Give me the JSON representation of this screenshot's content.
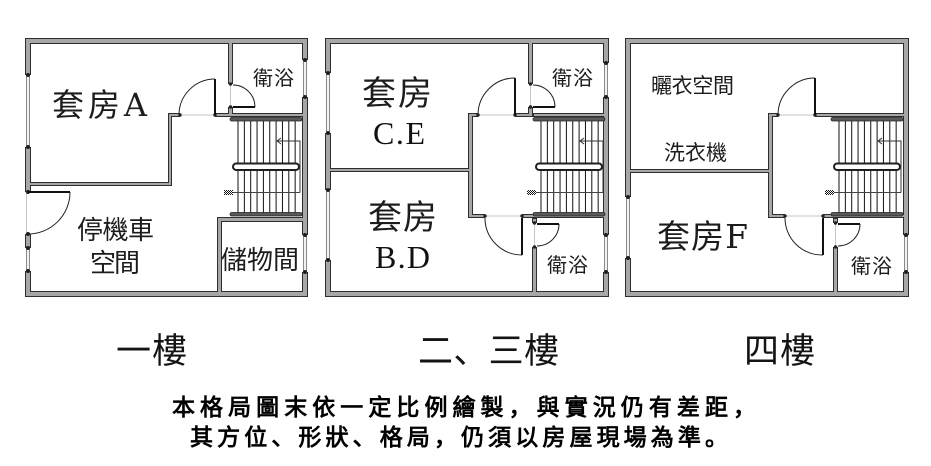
{
  "floors": [
    {
      "label": "一樓",
      "rooms": [
        {
          "lines": [
            "套房A"
          ]
        },
        {
          "lines": [
            "衛浴"
          ]
        },
        {
          "lines": [
            "停機車",
            "空間"
          ]
        },
        {
          "lines": [
            "儲物間"
          ]
        }
      ]
    },
    {
      "label": "二、三樓",
      "rooms": [
        {
          "lines": [
            "套房",
            "C.E"
          ]
        },
        {
          "lines": [
            "套房",
            "B.D"
          ]
        },
        {
          "lines": [
            "衛浴"
          ]
        },
        {
          "lines": [
            "衛浴"
          ]
        }
      ]
    },
    {
      "label": "四樓",
      "rooms": [
        {
          "lines": [
            "曬衣空間"
          ]
        },
        {
          "lines": [
            "洗衣機"
          ]
        },
        {
          "lines": [
            "套房F"
          ]
        },
        {
          "lines": [
            "衛浴"
          ]
        }
      ]
    }
  ],
  "disclaimer": {
    "line1": "本格局圖末依一定比例繪製，與實況仍有差距，",
    "line2": "其方位、形狀、格局，仍須以房屋現場為準。"
  }
}
